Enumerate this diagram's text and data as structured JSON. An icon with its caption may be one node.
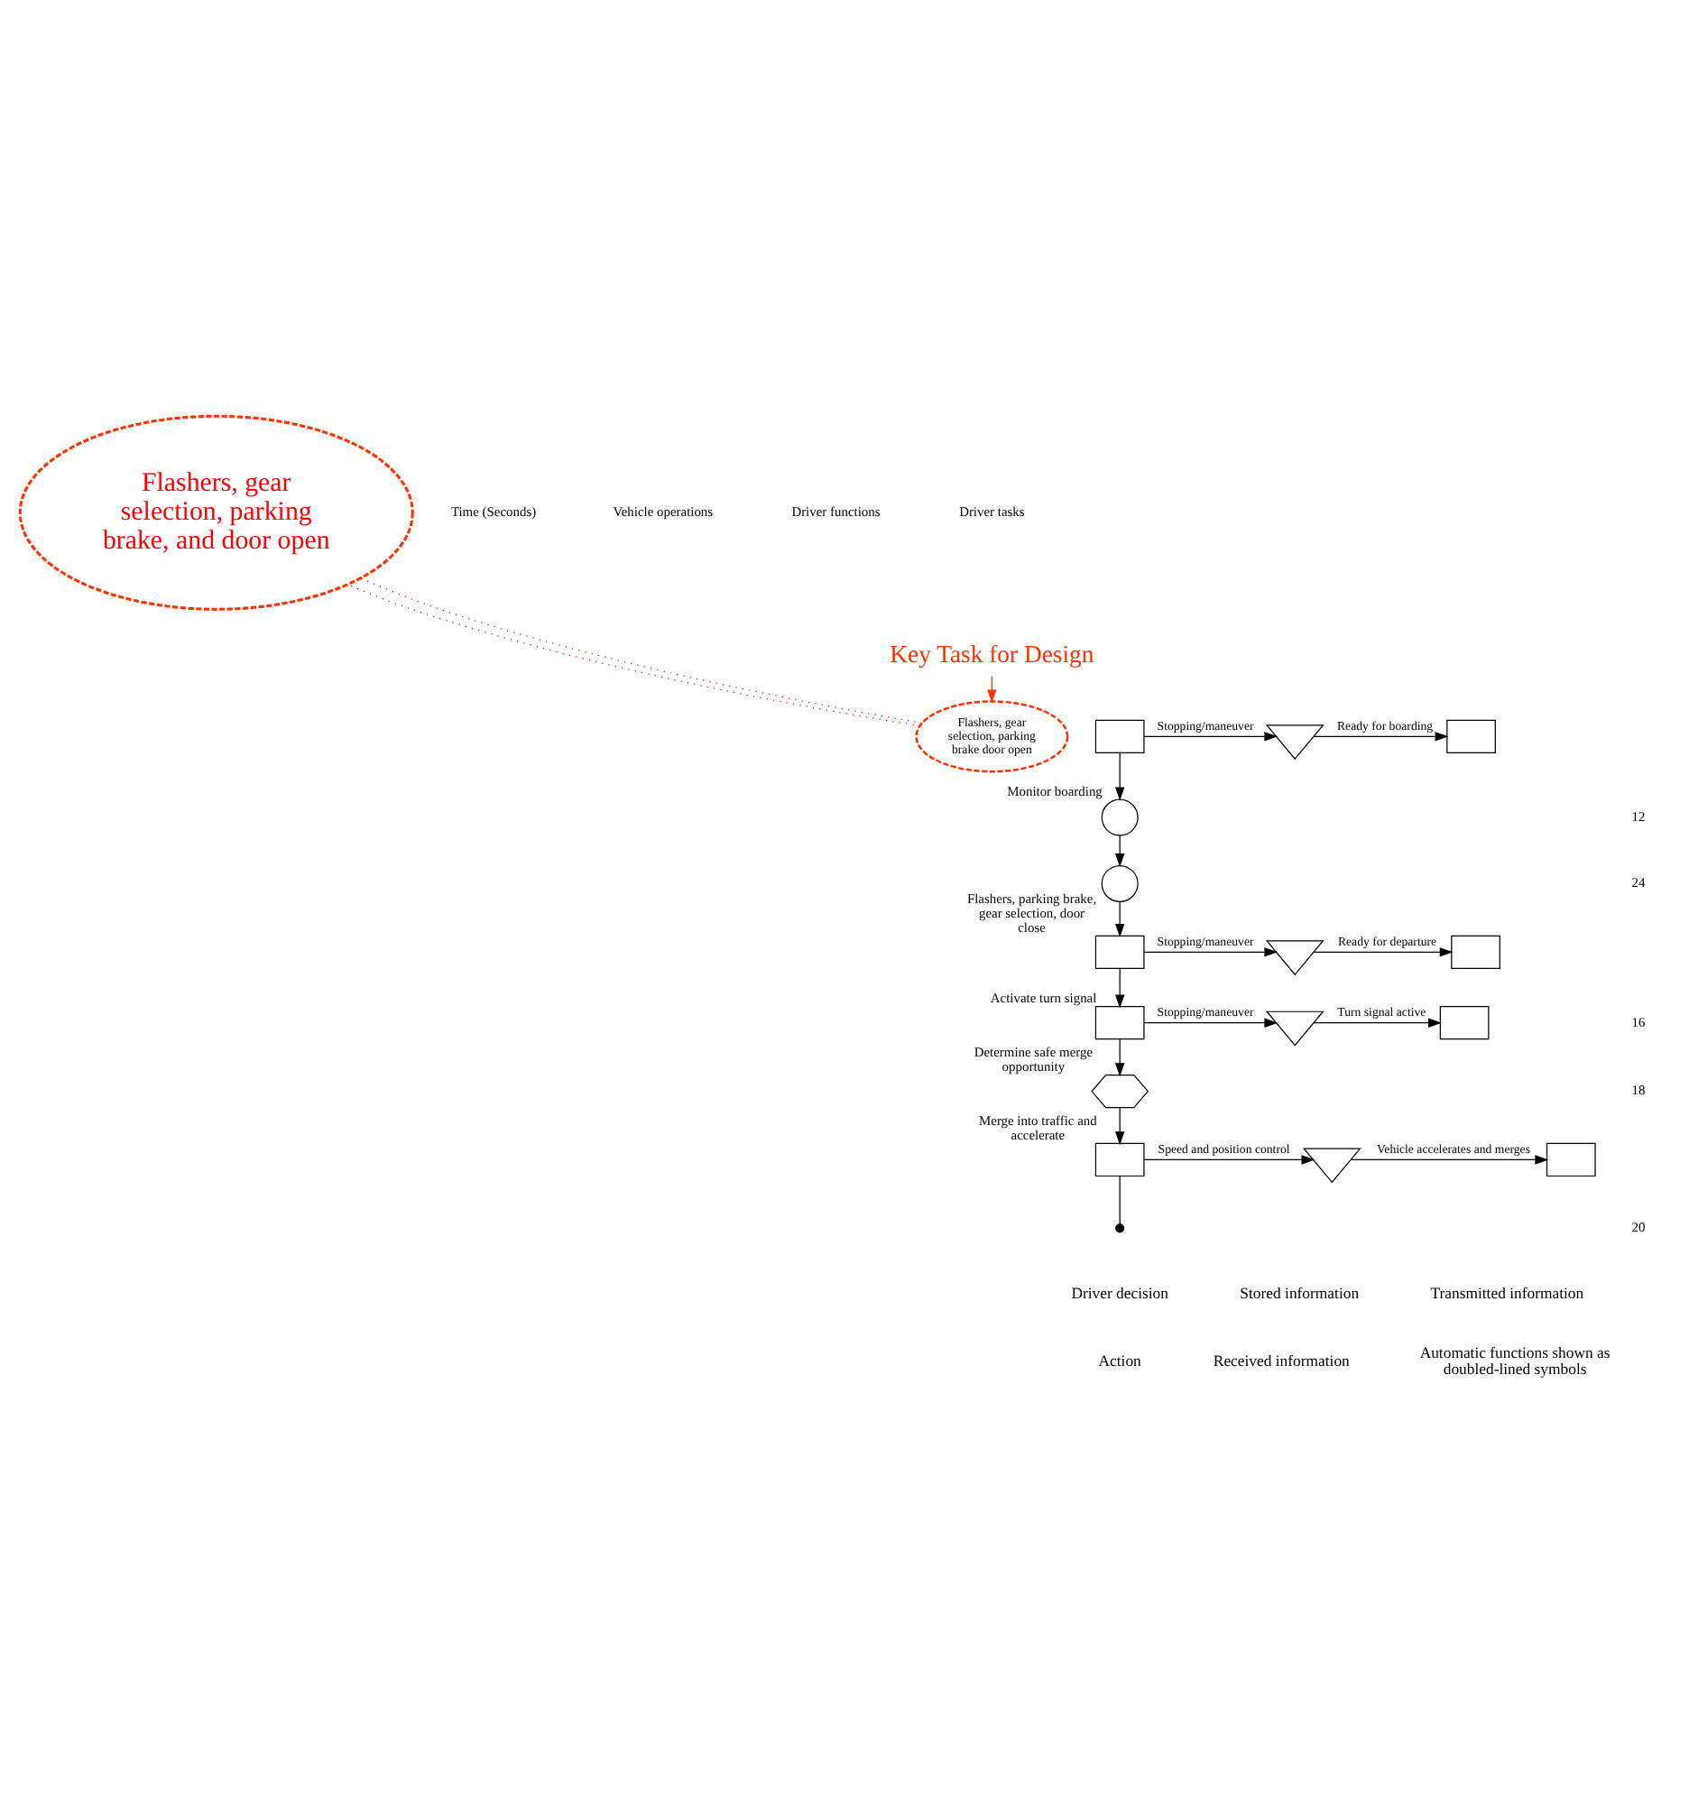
{
  "diagram": {
    "nodes": [
      {
        "text": [
          "Key Task for Design"
        ]
      },
      {
        "text": [
          "Flashers, gear selection, parking brake door open"
        ]
      },
      {
        "text": [
          "Flashers, gear selection, parking brake, and door open"
        ]
      },
      {
        "text": [],
        "shape": "box"
      },
      {
        "text": [],
        "shape": "triangle"
      },
      {
        "text": [],
        "shape": "box"
      },
      {
        "text": [],
        "shape": "circle",
        "beside": [
          "Monitor boarding"
        ]
      },
      {
        "text": [],
        "shape": "circle"
      },
      {
        "text": [],
        "shape": "box",
        "beside": [
          "Flashers, parking brake, gear selection, door close"
        ]
      },
      {
        "text": [],
        "shape": "triangle"
      },
      {
        "text": [],
        "shape": "box"
      },
      {
        "text": [],
        "shape": "box",
        "beside": [
          "Activate turn signal"
        ]
      },
      {
        "text": [],
        "shape": "triangle"
      },
      {
        "text": [],
        "shape": "box"
      },
      {
        "text": [],
        "shape": "hexagon",
        "beside": [
          "Determine safe merge opportunity"
        ]
      },
      {
        "text": [],
        "shape": "box",
        "beside": [
          "Merge into traffic and accelerate"
        ]
      },
      {
        "text": [],
        "shape": "triangle"
      },
      {
        "text": [],
        "shape": "box"
      },
      {
        "text": [],
        "shape": "dot"
      }
    ],
    "edges": [
      {
        "from": 0,
        "to": 1,
        "arrow": "to",
        "color": "#ff3300"
      },
      {
        "from": 1,
        "to": 2,
        "arrow": "none",
        "style": "dashed",
        "color": "#ff0000"
      },
      {
        "from": 1,
        "to": 2,
        "arrow": "none",
        "style": "dashed",
        "color": "#ff0000"
      },
      {
        "from": 3,
        "to": 4,
        "arrow": "to",
        "label": "Stopping/maneuver"
      },
      {
        "from": 4,
        "to": 5,
        "arrow": "to",
        "label": "Ready for boarding"
      },
      {
        "from": 3,
        "to": 6,
        "arrow": "to"
      },
      {
        "from": 6,
        "to": 7,
        "arrow": "to"
      },
      {
        "from": 7,
        "to": 8,
        "arrow": "to"
      },
      {
        "from": 8,
        "to": 9,
        "arrow": "to",
        "label": "Stopping/maneuver"
      },
      {
        "from": 9,
        "to": 10,
        "arrow": "to",
        "label": "Ready for departure"
      },
      {
        "from": 8,
        "to": 11,
        "arrow": "to"
      },
      {
        "from": 11,
        "to": 12,
        "arrow": "to",
        "label": "Stopping/maneuver"
      },
      {
        "from": 12,
        "to": 13,
        "arrow": "to",
        "label": "Turn signal active"
      },
      {
        "from": 11,
        "to": 14,
        "arrow": "to"
      },
      {
        "from": 14,
        "to": 15,
        "arrow": "to"
      },
      {
        "from": 15,
        "to": 16,
        "arrow": "to",
        "label": "Speed and position control"
      },
      {
        "from": 16,
        "to": 17,
        "arrow": "to",
        "label": "Vehicle accelerates and merges"
      },
      {
        "from": 15,
        "to": 18,
        "arrow": "none"
      }
    ],
    "labels": [
      "Time (Seconds)",
      "Vehicle operations",
      "Driver functions",
      "Driver tasks",
      "12",
      "24",
      "16",
      "18",
      "20"
    ],
    "legend": [
      {
        "text": "Driver decision"
      },
      {
        "text": "Stored information"
      },
      {
        "text": "Transmitted information"
      },
      {
        "text": "Action"
      },
      {
        "text": "Received information"
      },
      {
        "text": "Automatic functions shown as doubled-lined symbols"
      }
    ]
  }
}
